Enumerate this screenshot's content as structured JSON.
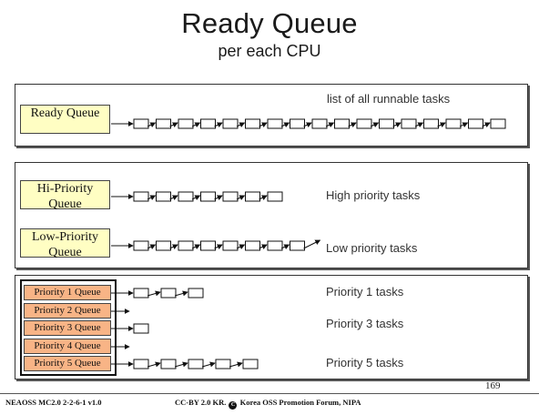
{
  "title": "Ready Queue",
  "subtitle": "per each CPU",
  "panel1": {
    "queue_label": "Ready Queue",
    "note": "list of  all runnable tasks",
    "node_count": 17
  },
  "panel2": {
    "hi_label": "Hi-Priority Queue",
    "hi_note": "High priority tasks",
    "hi_count": 7,
    "lo_label": "Low-Priority Queue",
    "lo_note": "Low  priority tasks",
    "lo_count": 8
  },
  "panel3": {
    "queues": [
      {
        "label": "Priority 1 Queue",
        "count": 3
      },
      {
        "label": "Priority 2 Queue",
        "count": 0
      },
      {
        "label": "Priority 3 Queue",
        "count": 1
      },
      {
        "label": "Priority 4 Queue",
        "count": 0
      },
      {
        "label": "Priority 5 Queue",
        "count": 5
      }
    ],
    "notes": [
      "Priority 1 tasks",
      "Priority 3 tasks",
      "Priority 5 tasks"
    ]
  },
  "page_number": "169",
  "footer": {
    "left": "NEAOSS MC2.0 2-2-6-1 v1.0",
    "right_prefix": "CC-BY 2.0 KR.",
    "cc_symbol": "C",
    "right_suffix": "Korea OSS Promotion Forum, NIPA"
  }
}
